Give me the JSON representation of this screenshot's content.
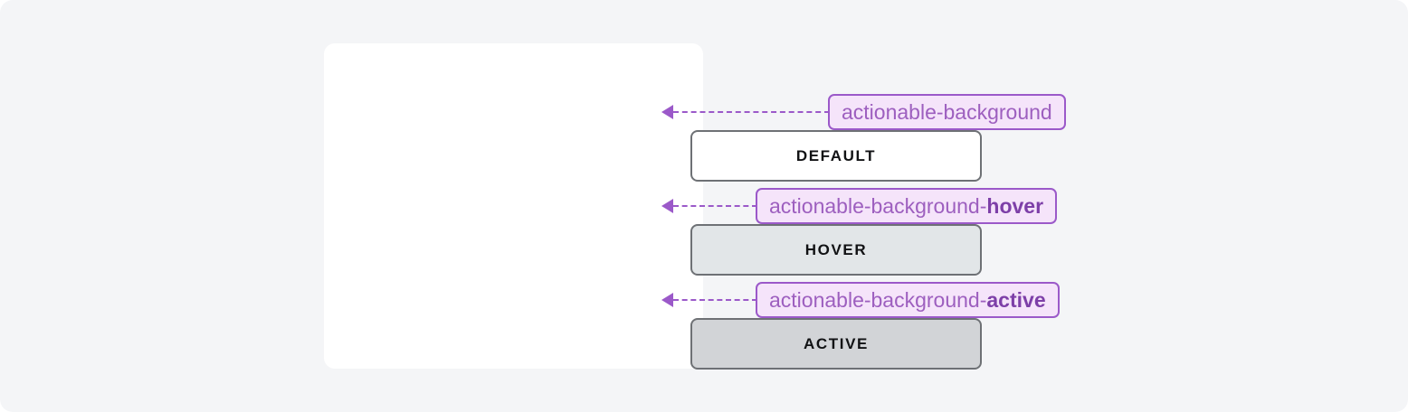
{
  "page": {
    "background_color": "#f4f5f7",
    "card_background": "#ffffff"
  },
  "colors": {
    "badge_fill": "#f5e4fa",
    "badge_border": "#9b59c9",
    "badge_text": "#9d5fbf",
    "badge_suffix_text": "#7d3fa8",
    "connector": "#9b59c9",
    "button_border": "#6e7175",
    "button_text": "#111214"
  },
  "buttons": [
    {
      "id": "default",
      "label": "DEFAULT",
      "background": "#ffffff"
    },
    {
      "id": "hover",
      "label": "HOVER",
      "background": "#e2e6e8"
    },
    {
      "id": "active",
      "label": "ACTIVE",
      "background": "#d2d4d7"
    }
  ],
  "badges": [
    {
      "id": "default",
      "base": "actionable-background",
      "suffix": ""
    },
    {
      "id": "hover",
      "base": "actionable-background-",
      "suffix": "hover"
    },
    {
      "id": "active",
      "base": "actionable-background-",
      "suffix": "active"
    }
  ],
  "connectors": [
    {
      "id": "default",
      "icon": "arrow-left-dashed"
    },
    {
      "id": "hover",
      "icon": "arrow-left-dashed"
    },
    {
      "id": "active",
      "icon": "arrow-left-dashed"
    }
  ]
}
